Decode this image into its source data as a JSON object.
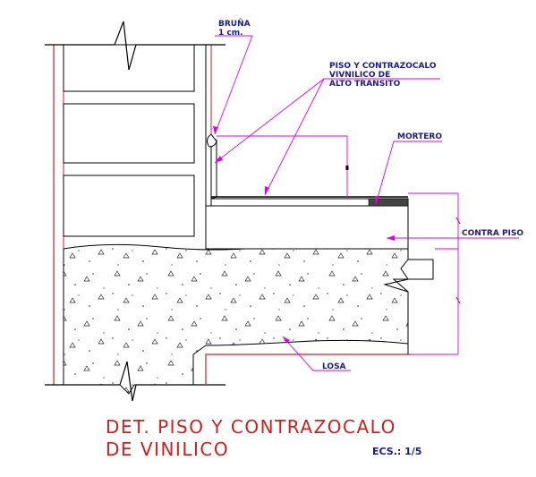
{
  "labels": {
    "bruna_line1": "BRUÑA",
    "bruna_line2": "1 cm.",
    "piso_line1": "PISO Y CONTRAZOCALO",
    "piso_line2": "VIVNILICO DE",
    "piso_line3": "ALTO TRANSITO",
    "mortero": "MORTERO",
    "contra_piso": "CONTRA PISO",
    "losa": "LOSA"
  },
  "title": {
    "line1": "DET. PISO Y CONTRAZOCALO",
    "line2": "DE VINILICO"
  },
  "scale": "ECS.: 1/5",
  "colors": {
    "wall_red": "#d21d1d",
    "leader_magenta": "#e000e0",
    "text_blue": "#1a1a8c",
    "line_black": "#000000"
  }
}
